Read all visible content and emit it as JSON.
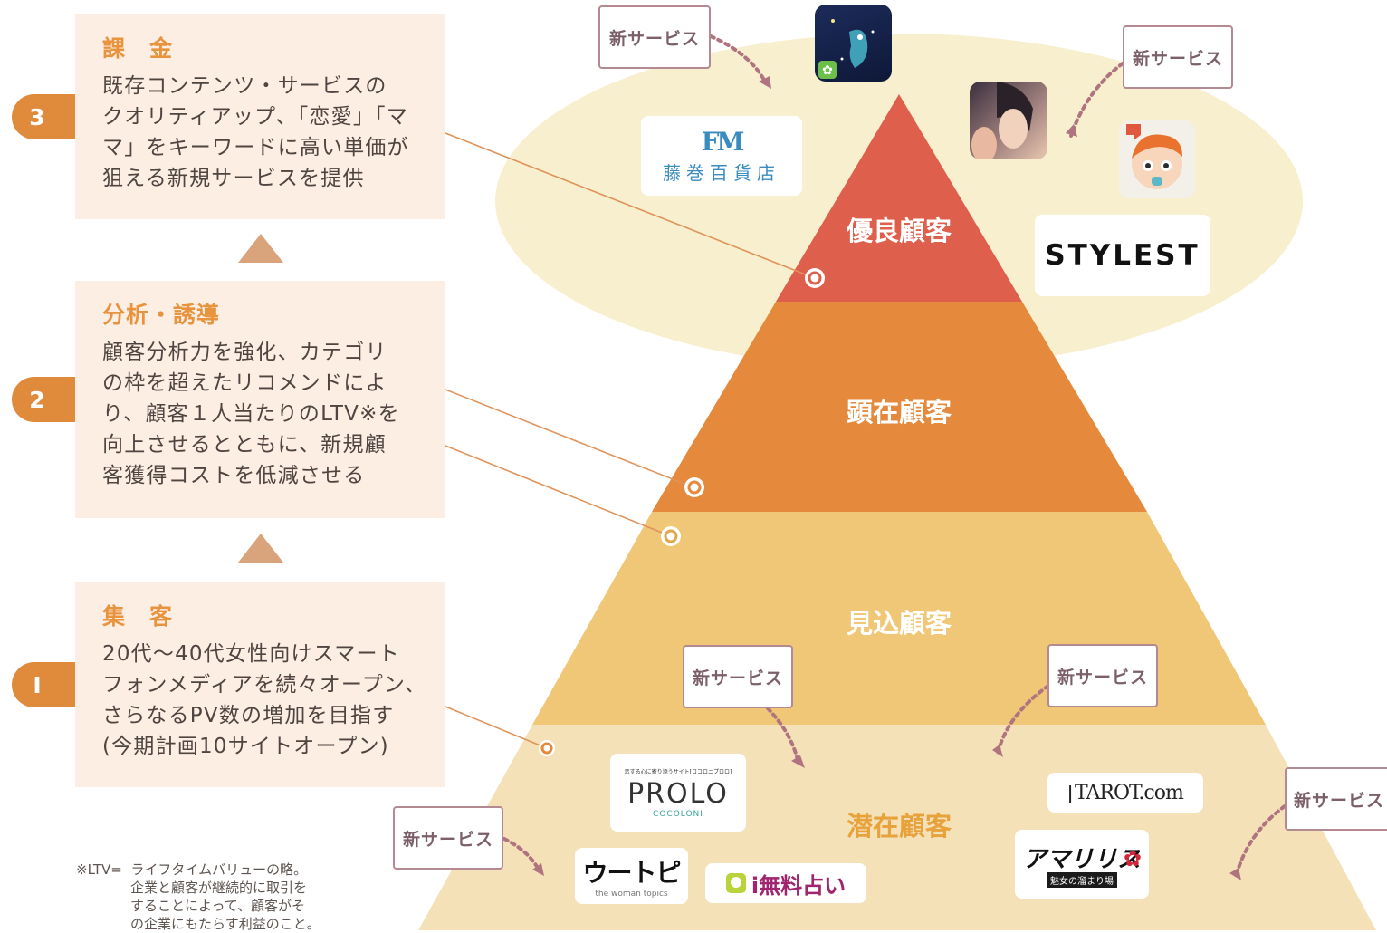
{
  "steps": [
    {
      "number": "3",
      "title": "課　金",
      "body": "既存コンテンツ・サービスの\nクオリティアップ、「恋愛」「マ\nマ」をキーワードに高い単価が\n狙える新規サービスを提供"
    },
    {
      "number": "2",
      "title": "分析・誘導",
      "body": "顧客分析力を強化、カテゴリ\nの枠を超えたリコメンドによ\nり、顧客１人当たりのLTV※を\n向上させるとともに、新規顧\n客獲得コストを低減させる"
    },
    {
      "number": "I",
      "title": "集　客",
      "body": "20代～40代女性向けスマート\nフォンメディアを続々オープン、\nさらなるPV数の増加を目指す\n(今期計画10サイトオープン)"
    }
  ],
  "footnote": "※LTV=  ライフタイムバリューの略。\n　　　　企業と顧客が継続的に取引を\n　　　　することによって、顧客がそ\n　　　　の企業にもたらす利益のこと。",
  "pyramid": {
    "tiers": [
      "優良顧客",
      "顕在顧客",
      "見込顧客",
      "潜在顧客"
    ],
    "colors": [
      "#de5f4b",
      "#e5893c",
      "#f0c776",
      "#f4e1b8"
    ]
  },
  "new_service_label": "新サービス",
  "logos": {
    "fujimaki_mark": "FM",
    "fujimaki": "藤巻百貨店",
    "stylest": "STYLEST",
    "prolo_small": "恋する心に寄り添うサイト[ココロニプロロ]",
    "prolo": "PROLO",
    "prolo_sub": "COCOLONI",
    "wotopi": "ウートピ",
    "wotopi_sub": "the woman topics",
    "imuryo": "i無料占い",
    "tarot": "TAROT.com",
    "amaryllis": "アマリリス",
    "amaryllis_sub": "魅女の溜まり場"
  },
  "app_icons": [
    "star-reading-app-icon",
    "romance-game-app-icon",
    "baby-app-icon"
  ],
  "accent_colors": {
    "tab": "#e08a3c",
    "box_bg": "#fdeee3",
    "ellipse": "#f8efce",
    "new_service_border": "#b48a92"
  }
}
